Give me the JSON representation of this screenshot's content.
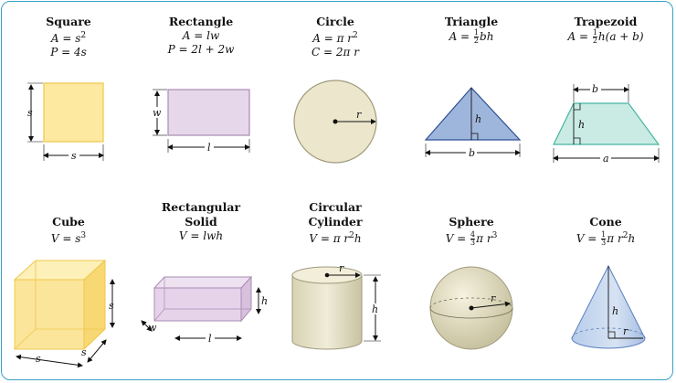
{
  "shapes": [
    {
      "name": "Square",
      "f1_lhs": "A",
      "f1_rhs": "s",
      "f1_exp": "2",
      "f2_lhs": "P",
      "f2_rhs": "4s",
      "dim_side": "s",
      "dim_bottom": "s"
    },
    {
      "name": "Rectangle",
      "f1_lhs": "A",
      "f1_rhs": "lw",
      "f2_lhs": "P",
      "f2_rhs": "2l + 2w",
      "dim_w": "w",
      "dim_l": "l"
    },
    {
      "name": "Circle",
      "f1_lhs": "A",
      "f1_rhs": "π r",
      "f1_exp": "2",
      "f2_lhs": "C",
      "f2_rhs": "2π r",
      "dim_r": "r"
    },
    {
      "name": "Triangle",
      "f1_lhs": "A",
      "frac_num": "1",
      "frac_den": "2",
      "f1_rhs": "bh",
      "dim_h": "h",
      "dim_b": "b"
    },
    {
      "name": "Trapezoid",
      "f1_lhs": "A",
      "frac_num": "1",
      "frac_den": "2",
      "f1_rhs": "h(a + b)",
      "dim_b": "b",
      "dim_h": "h",
      "dim_a": "a"
    },
    {
      "name": "Cube",
      "f1_lhs": "V",
      "f1_rhs": "s",
      "f1_exp": "3",
      "dim_s1": "s",
      "dim_s2": "s",
      "dim_s3": "s"
    },
    {
      "name1": "Rectangular",
      "name2": "Solid",
      "f1_lhs": "V",
      "f1_rhs": "lwh",
      "dim_h": "h",
      "dim_w": "w",
      "dim_l": "l"
    },
    {
      "name1": "Circular",
      "name2": "Cylinder",
      "f1_lhs": "V",
      "f1_rhs": "π r",
      "f1_exp": "2",
      "f1_tail": "h",
      "dim_r": "r",
      "dim_h": "h"
    },
    {
      "name": "Sphere",
      "f1_lhs": "V",
      "frac_num": "4",
      "frac_den": "3",
      "f1_rhs": "π r",
      "f1_exp": "3",
      "dim_r": "r"
    },
    {
      "name": "Cone",
      "f1_lhs": "V",
      "frac_num": "1",
      "frac_den": "3",
      "f1_rhs": "π r",
      "f1_exp": "2",
      "f1_tail": "h",
      "dim_h": "h",
      "dim_r": "r"
    }
  ],
  "colors": {
    "square": "#fdeaa0",
    "rectangle": "#e6d8ea",
    "circle": "#ebe6cc",
    "triangle": "#9fb6dc",
    "trapezoid": "#c9ebe4",
    "border": "#3aa0c8"
  }
}
